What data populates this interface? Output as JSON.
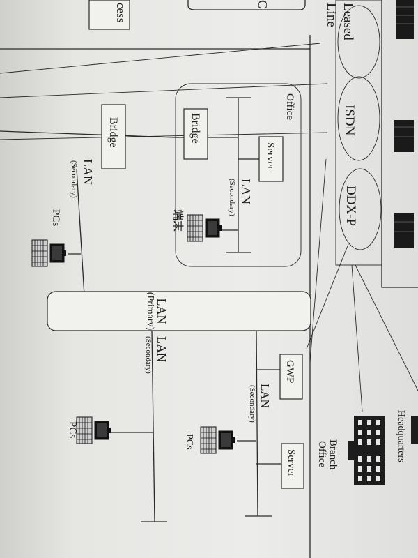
{
  "labels": {
    "leased_1": "Leased",
    "leased_2": "Line",
    "isdn": "ISDN",
    "ddxp": "DDX-P",
    "c_fragment": "C",
    "access_fragment": "cess",
    "office": "Office",
    "server_office": "Server",
    "bridge_office": "Bridge",
    "bridge_left": "Bridge",
    "lan_office": "LAN",
    "lan_office_secondary": "(Secondary)",
    "lan_left": "LAN",
    "lan_left_secondary": "(Secondary)",
    "terminal": "端末",
    "pcs_left": "PCs",
    "lan_primary": "LAN",
    "lan_primary_sub": "(Primary)",
    "lan_bottom": "LAN",
    "lan_bottom_secondary": "(Secondary)",
    "gwp": "GWP",
    "lan_branch": "LAN",
    "lan_branch_secondary": "(Secondary)",
    "pcs_bottom": "PCs",
    "pcs_branch": "PCs",
    "server_branch": "Server",
    "branch_1": "Branch",
    "branch_2": "Office",
    "headquarters": "Headquarters"
  },
  "colors": {
    "ink": "#2a2a2a",
    "paper": "#ececea",
    "box_fill": "#f1f1ee"
  },
  "icons": [
    "pc-icon",
    "building-icon",
    "rack-server-icon"
  ]
}
